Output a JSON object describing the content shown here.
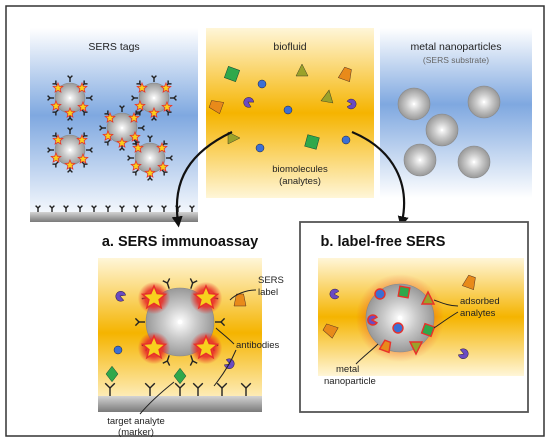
{
  "panels": {
    "sers_tags": {
      "title": "SERS tags"
    },
    "biofluid": {
      "title": "biofluid",
      "biomolecules_label_line1": "biomolecules",
      "biomolecules_label_line2": "(analytes)"
    },
    "metal_nanoparticles": {
      "title": "metal nanoparticles",
      "subtitle": "(SERS substrate)"
    },
    "immunoassay": {
      "title": "a. SERS immunoassay",
      "sers_label_line1": "SERS",
      "sers_label_line2": "label",
      "antibodies_label": "antibodies",
      "target_line1": "target analyte",
      "target_line2": "(marker)"
    },
    "label_free": {
      "title": "b. label-free SERS",
      "adsorbed_line1": "adsorbed",
      "adsorbed_line2": "analytes",
      "metal_line1": "metal",
      "metal_line2": "nanoparticle"
    }
  },
  "colors": {
    "blue": "#7fa8e0",
    "orange": "#f5b400",
    "star": "#f7d11d",
    "star_glow": "#e8312a",
    "antibody": "#222222"
  }
}
